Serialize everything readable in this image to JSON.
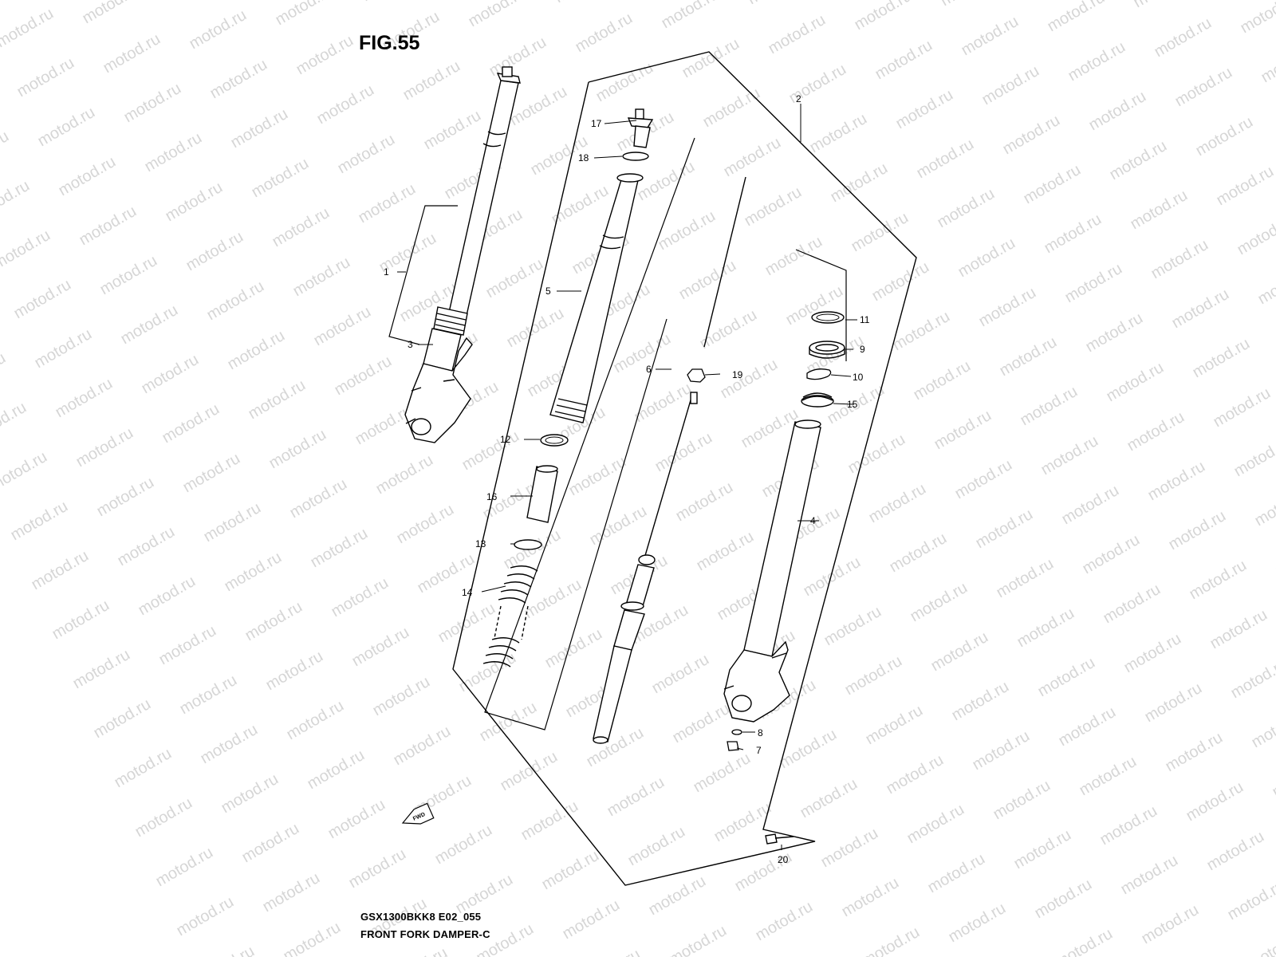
{
  "figure": {
    "title": "FIG.55",
    "model_code": "GSX1300BKK8 E02_055",
    "name": "FRONT FORK DAMPER-C"
  },
  "watermark": {
    "text": "motod.ru"
  },
  "fwd_badge": "FWD",
  "callouts": {
    "p1": "1",
    "p2": "2",
    "p3": "3",
    "p4": "4",
    "p5": "5",
    "p6": "6",
    "p7": "7",
    "p8": "8",
    "p9": "9",
    "p10": "10",
    "p11": "11",
    "p12": "12",
    "p13": "13",
    "p14": "14",
    "p15": "15",
    "p16": "16",
    "p17": "17",
    "p18": "18",
    "p19": "19",
    "p20": "20"
  }
}
